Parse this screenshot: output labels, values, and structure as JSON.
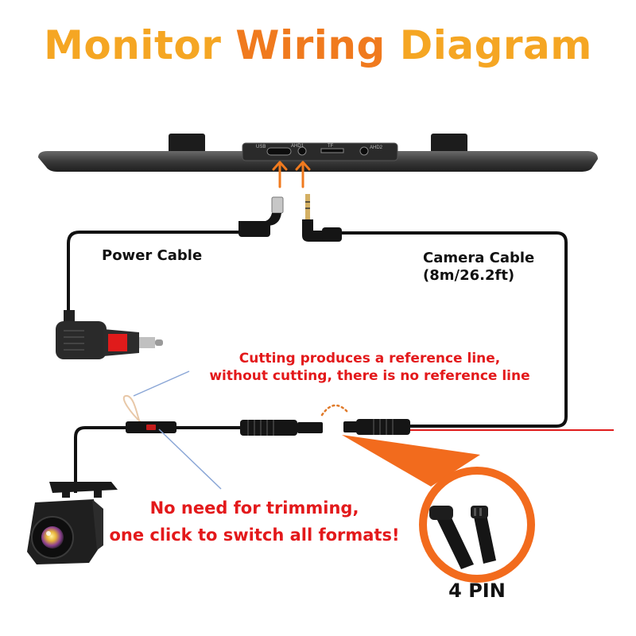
{
  "title": {
    "part1": "Monitor",
    "part2": "Wiring",
    "part3": "Diagram"
  },
  "monitor": {
    "port_labels": {
      "usb": "USB",
      "ahd1": "AHD1",
      "tf": "TF",
      "ahd2": "AHD2"
    }
  },
  "labels": {
    "power_cable": "Power Cable",
    "camera_cable_line1": "Camera Cable",
    "camera_cable_line2": "(8m/26.2ft)",
    "cutting_line1": "Cutting produces a reference line,",
    "cutting_line2": "without cutting, there is no reference line",
    "trimming_line1": "No need for trimming,",
    "trimming_line2": "one click to switch all formats!",
    "pin": "4 PIN"
  },
  "colors": {
    "title_orange": "#f5a623",
    "title_dark_orange": "#f07a1e",
    "note_red": "#e3191b",
    "arrow_orange": "#f07a1e",
    "cable_black": "#111111",
    "zoom_orange": "#f26b1d"
  }
}
